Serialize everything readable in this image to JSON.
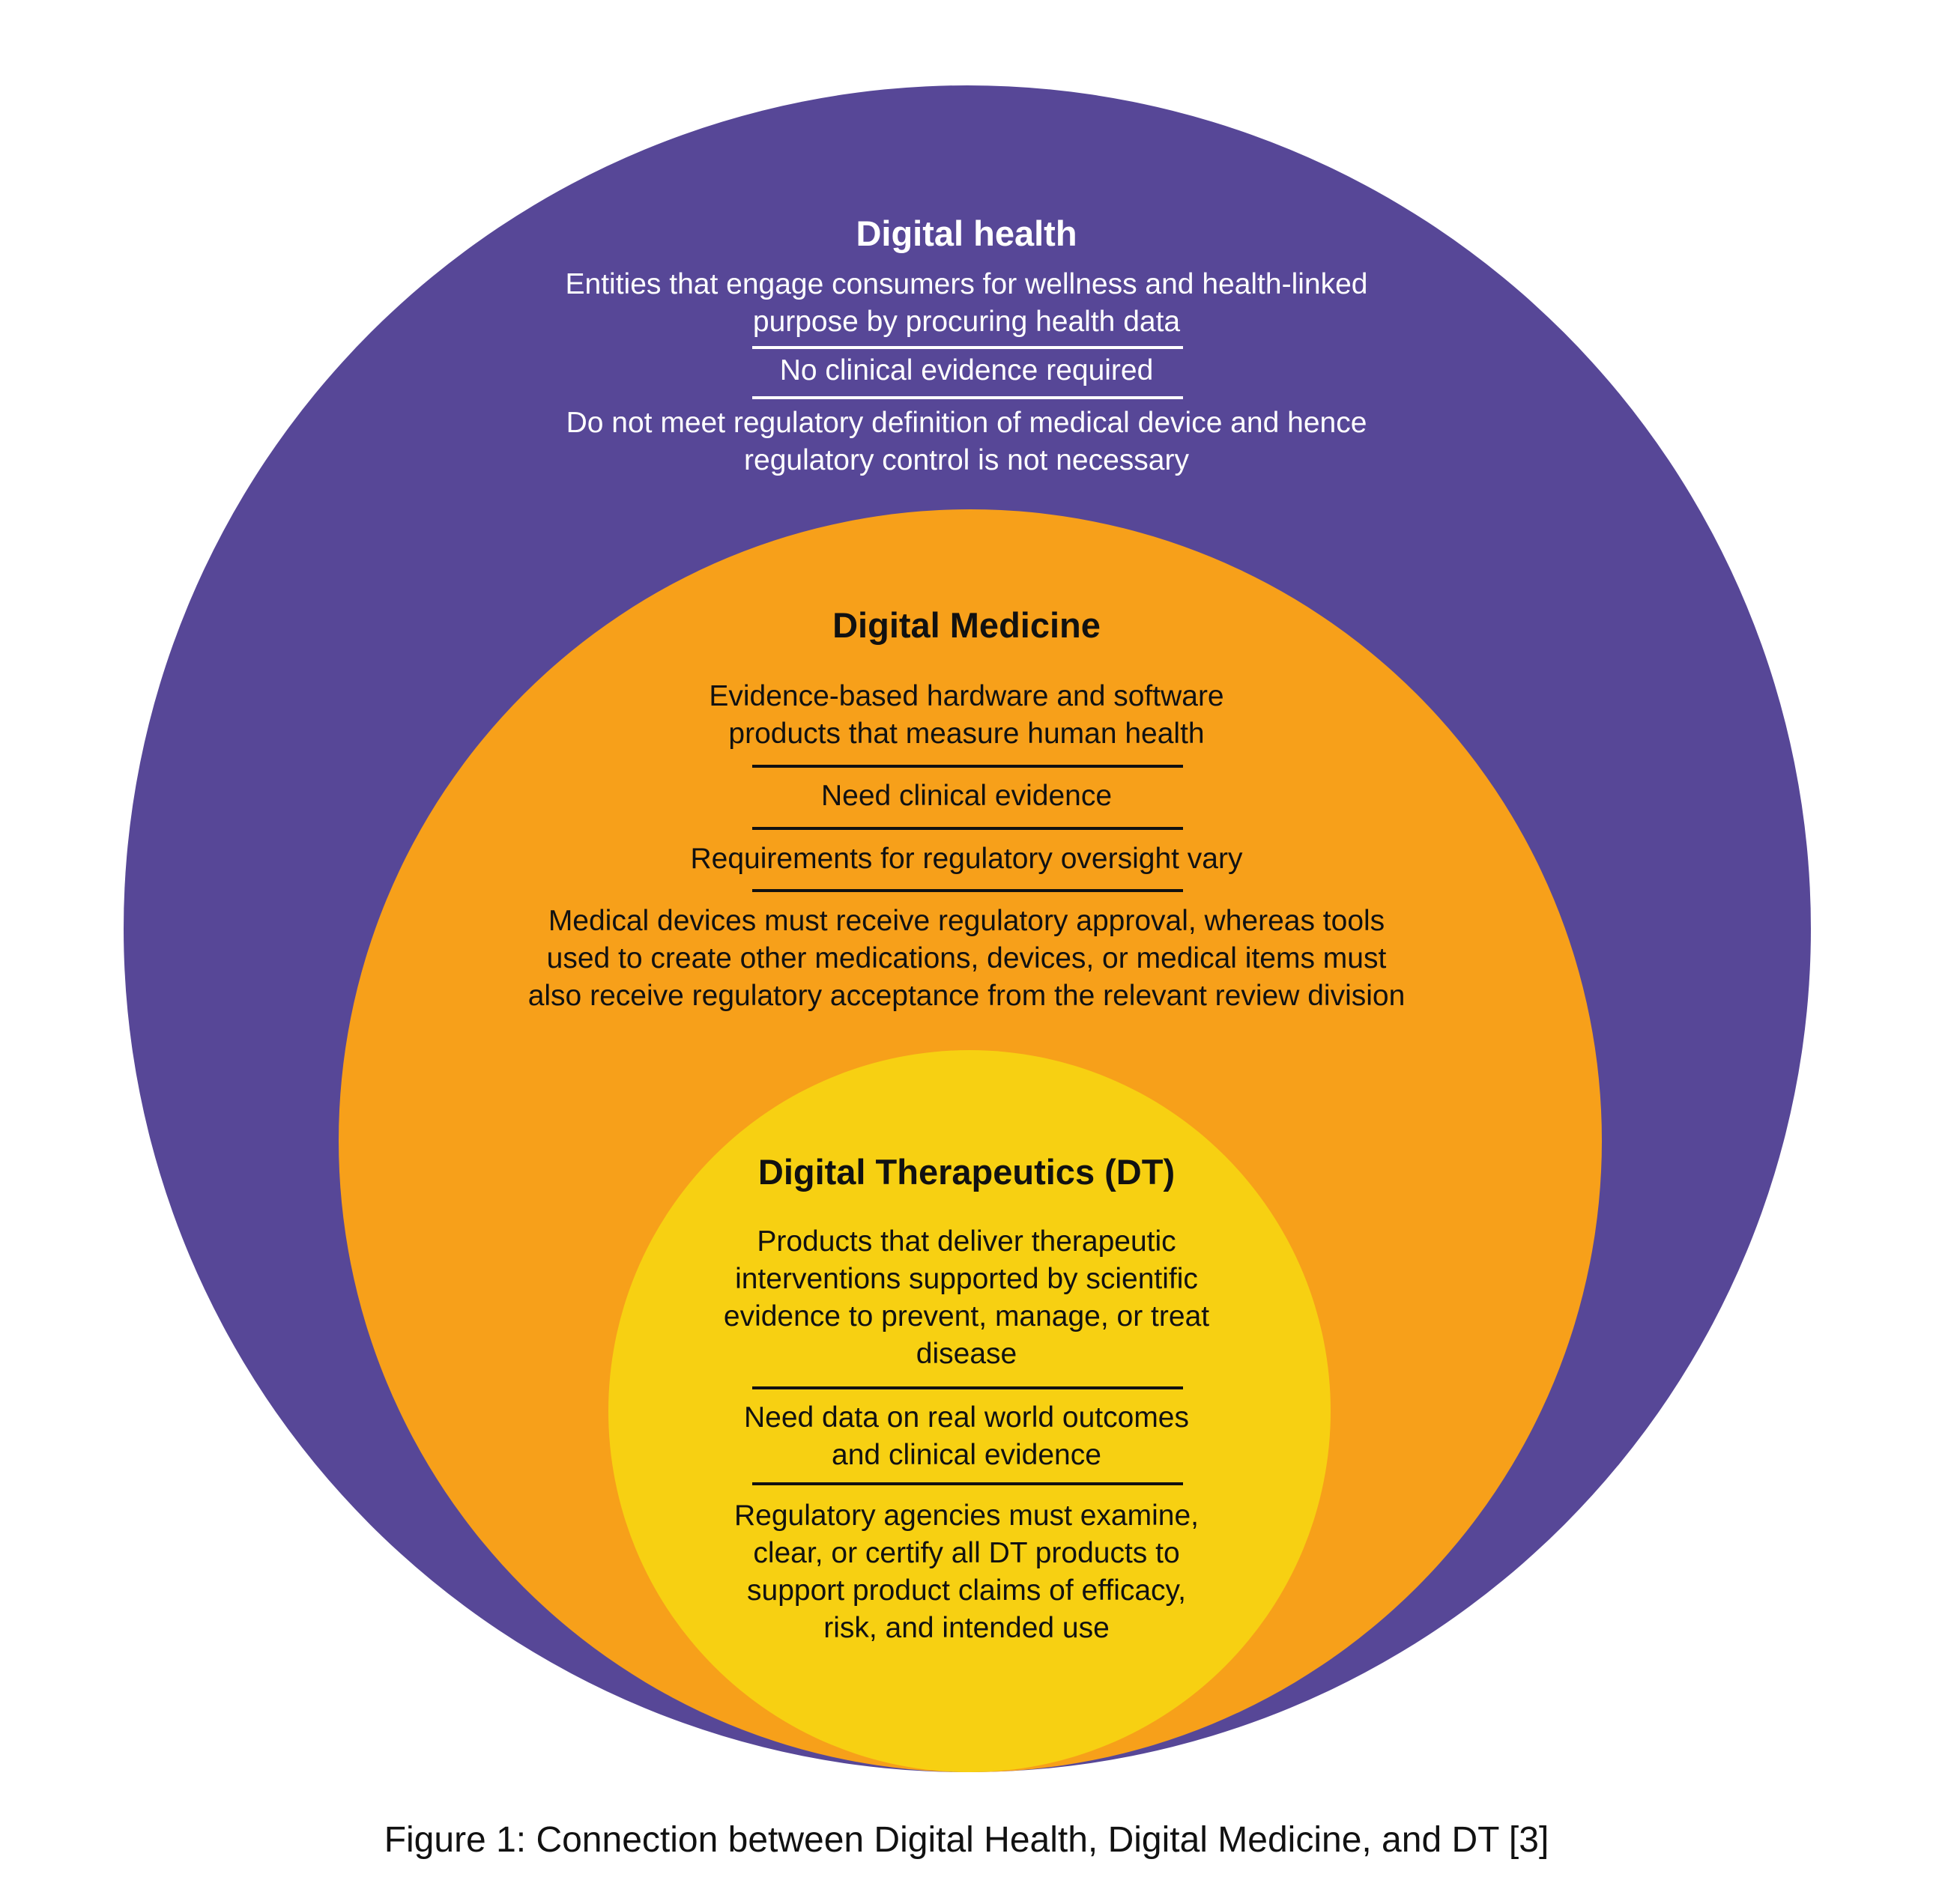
{
  "colors": {
    "digital_health": "#574797",
    "digital_medicine": "#F7A01A",
    "digital_therapeutics": "#F7D012",
    "text_light": "#FFFFFF",
    "text_dark": "#111111"
  },
  "digital_health": {
    "title": "Digital health",
    "definition": [
      "Entities that engage consumers for wellness and health-linked",
      "purpose by procuring health data"
    ],
    "evidence": "No clinical evidence required",
    "regulation": [
      "Do not meet regulatory definition of medical device and hence",
      "regulatory control is not necessary"
    ]
  },
  "digital_medicine": {
    "title": "Digital Medicine",
    "definition": [
      "Evidence-based hardware and software",
      "products that measure human health"
    ],
    "evidence": "Need clinical evidence",
    "oversight": "Requirements for regulatory oversight vary",
    "regulation": [
      "Medical devices must receive regulatory approval, whereas tools",
      "used to create other medications, devices, or medical items must",
      "also receive regulatory acceptance from the relevant review division"
    ]
  },
  "digital_therapeutics": {
    "title": "Digital Therapeutics (DT)",
    "definition": [
      "Products that deliver therapeutic",
      "interventions supported by scientific",
      "evidence to prevent, manage, or treat",
      "disease"
    ],
    "evidence": [
      "Need data on real world outcomes",
      "and clinical evidence"
    ],
    "regulation": [
      "Regulatory agencies must examine,",
      "clear, or certify all DT products to",
      "support product claims of efficacy,",
      "risk, and intended use"
    ]
  },
  "caption": "Figure 1: Connection between Digital Health, Digital Medicine, and DT [3]"
}
